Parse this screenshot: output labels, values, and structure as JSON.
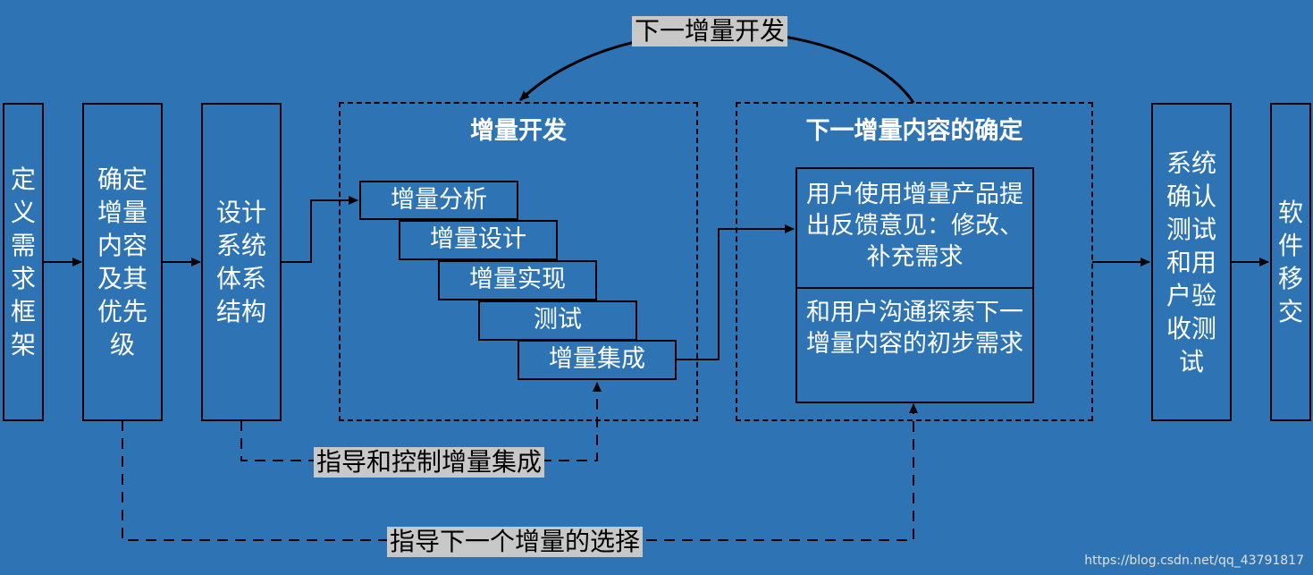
{
  "stages": {
    "define": [
      "定",
      "义",
      "需",
      "求",
      "框",
      "架"
    ],
    "priority": [
      "确定",
      "增量",
      "内容",
      "及其",
      "优先",
      "级"
    ],
    "architecture": [
      "设计",
      "系统",
      "体系",
      "结构"
    ],
    "acceptance": [
      "系统",
      "确认",
      "测试",
      "和用",
      "户验",
      "收测",
      "试"
    ],
    "transfer": [
      "软",
      "件",
      "移",
      "交"
    ]
  },
  "increment_dev": {
    "title": "增量开发",
    "steps": [
      "增量分析",
      "增量设计",
      "增量实现",
      "测试",
      "增量集成"
    ]
  },
  "next_increment": {
    "title": "下一增量内容的确定",
    "feedback": "用户使用增量产品提出反馈意见：修改、补充需求",
    "explore": "和用户沟通探索下一增量内容的初步需求"
  },
  "labels": {
    "next_dev": "下一增量开发",
    "guide_integration": "指导和控制增量集成",
    "guide_selection": "指导下一个增量的选择"
  },
  "watermark": "https://blog.csdn.net/qq_43791817"
}
